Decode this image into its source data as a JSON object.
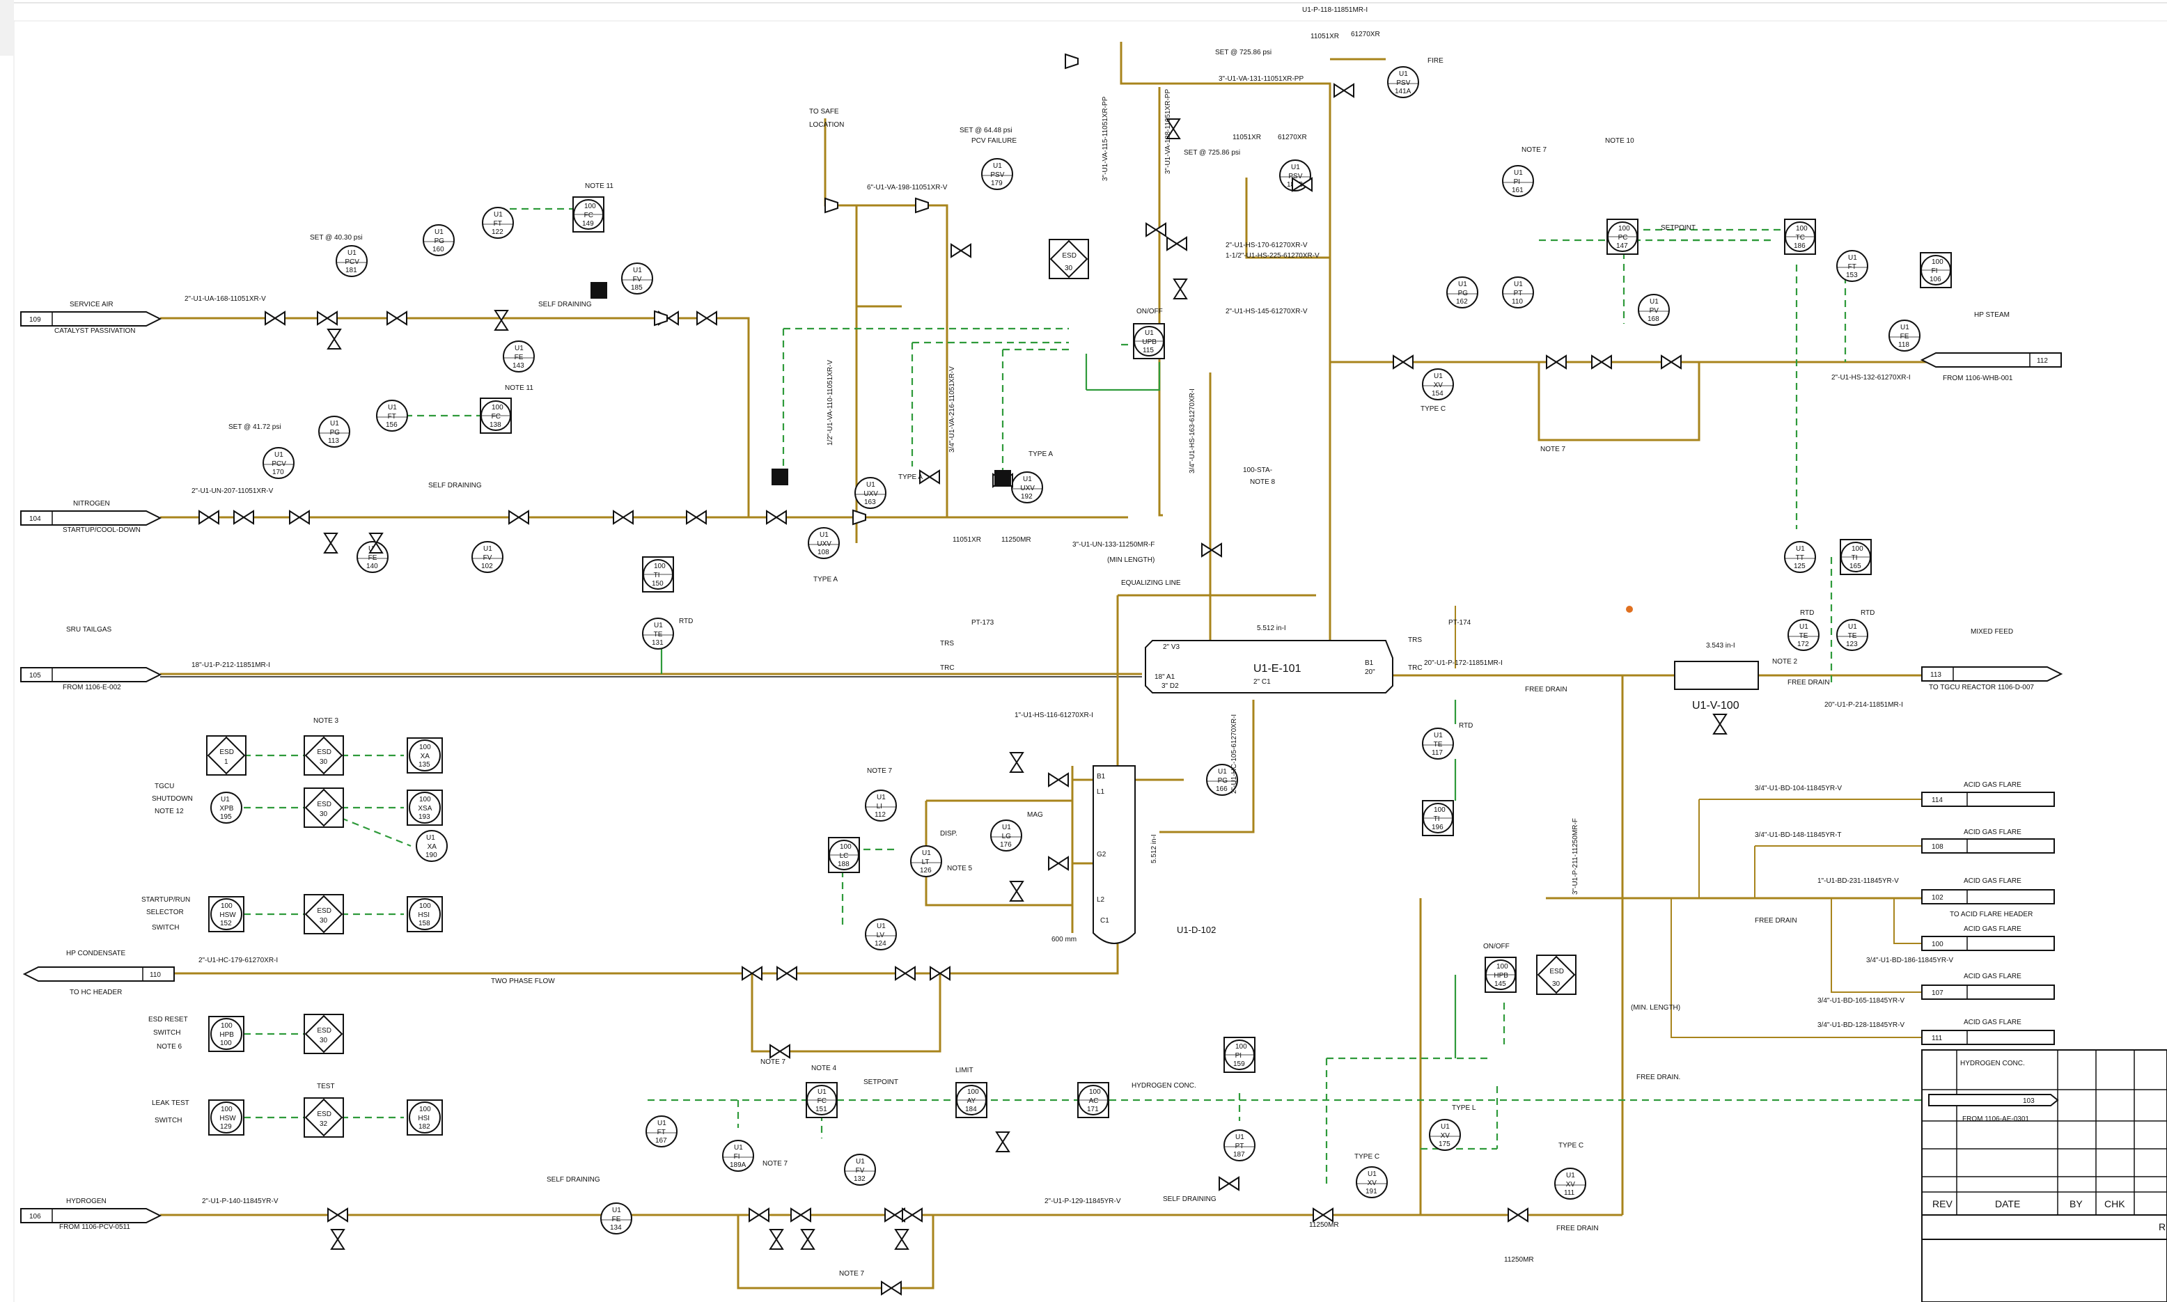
{
  "header": {
    "top_line": "U1-P-118-11851MR-I"
  },
  "equipment": {
    "exchanger": "U1-E-101",
    "drum": "U1-D-102",
    "vessel": "U1-V-100",
    "exchanger_size": "5.512 in-I",
    "vessel_size": "3.543 in-I",
    "drum_size": "5.512 in-I",
    "drum_height": "600 mm"
  },
  "offpage": [
    {
      "id": "109",
      "label": "SERVICE AIR",
      "sub": "CATALYST PASSIVATION"
    },
    {
      "id": "104",
      "label": "NITROGEN",
      "sub": "STARTUP/COOL-DOWN"
    },
    {
      "id": "105",
      "label": "SRU TAILGAS",
      "sub": "FROM 1106-E-002"
    },
    {
      "id": "110",
      "label": "HP CONDENSATE",
      "sub": "TO HC HEADER"
    },
    {
      "id": "106",
      "label": "HYDROGEN",
      "sub": "FROM 1106-PCV-0511"
    },
    {
      "id": "112",
      "label": "HP STEAM",
      "sub": "FROM 1106-WHB-001"
    },
    {
      "id": "113",
      "label": "MIXED FEED",
      "sub": "TO TGCU REACTOR 1106-D-007"
    },
    {
      "id": "114",
      "label": "ACID GAS FLARE",
      "sub": ""
    },
    {
      "id": "108",
      "label": "ACID GAS FLARE",
      "sub": ""
    },
    {
      "id": "102",
      "label": "ACID GAS FLARE",
      "sub": "TO ACID FLARE HEADER"
    },
    {
      "id": "100",
      "label": "ACID GAS FLARE",
      "sub": ""
    },
    {
      "id": "107",
      "label": "ACID GAS FLARE",
      "sub": ""
    },
    {
      "id": "111",
      "label": "ACID GAS FLARE",
      "sub": ""
    }
  ],
  "lines": [
    "2\"-U1-UA-168-11051XR-V",
    "2\"-U1-UN-207-11051XR-V",
    "18\"-U1-P-212-11851MR-I",
    "2\"-U1-HC-179-61270XR-I",
    "2\"-U1-P-140-11845YR-V",
    "2\"-U1-P-129-11845YR-V",
    "6\"-U1-VA-198-11051XR-V",
    "3\"-U1-VA-131-11051XR-PP",
    "2\"-U1-HS-145-61270XR-V",
    "2\"-U1-HS-170-61270XR-V",
    "1-1/2\"-U1-HS-225-61270XR-V",
    "3\"-U1-UN-133-11250MR-F",
    "1\"-U1-HS-116-61270XR-I",
    "20\"-U1-P-172-11851MR-I",
    "20\"-U1-P-214-11851MR-I",
    "2\"-U1-HS-132-61270XR-I",
    "3/4\"-U1-BD-104-11845YR-V",
    "3/4\"-U1-BD-148-11845YR-T",
    "1\"-U1-BD-231-11845YR-V",
    "3/4\"-U1-BD-186-11845YR-V",
    "3/4\"-U1-BD-165-11845YR-V",
    "3/4\"-U1-BD-128-11845YR-V",
    "3\"-U1-P-211-11250MR-F",
    "2\"-U1-HC-105-61270XR-I",
    "3/4\"-U1-HS-163-61270XR-I",
    "1/2\"-U1-VA-110-11051XR-V",
    "3/4\"-U1-VA-216-11051XR-V",
    "3\"-U1-VA-115-11051XR-PP",
    "3\"-U1-VA-188-11051XR-PP"
  ],
  "instruments": [
    {
      "tag": "PCV",
      "num": "181",
      "pre": "U1"
    },
    {
      "tag": "PG",
      "num": "160",
      "pre": "U1"
    },
    {
      "tag": "FT",
      "num": "122",
      "pre": "U1"
    },
    {
      "tag": "FC",
      "num": "149",
      "pre": "100"
    },
    {
      "tag": "FV",
      "num": "185",
      "pre": "U1"
    },
    {
      "tag": "FE",
      "num": "143",
      "pre": "U1"
    },
    {
      "tag": "PCV",
      "num": "170",
      "pre": "U1"
    },
    {
      "tag": "PG",
      "num": "113",
      "pre": "U1"
    },
    {
      "tag": "FT",
      "num": "156",
      "pre": "U1"
    },
    {
      "tag": "FC",
      "num": "138",
      "pre": "100"
    },
    {
      "tag": "FE",
      "num": "140",
      "pre": "U1"
    },
    {
      "tag": "FV",
      "num": "102",
      "pre": "U1"
    },
    {
      "tag": "TI",
      "num": "150",
      "pre": "100"
    },
    {
      "tag": "TE",
      "num": "131",
      "pre": "U1"
    },
    {
      "tag": "PSV",
      "num": "179",
      "pre": "U1"
    },
    {
      "tag": "UXV",
      "num": "163",
      "pre": "U1"
    },
    {
      "tag": "UXV",
      "num": "108",
      "pre": "U1"
    },
    {
      "tag": "UXV",
      "num": "192",
      "pre": "U1"
    },
    {
      "tag": "ESD",
      "num": "30",
      "pre": ""
    },
    {
      "tag": "UPB",
      "num": "115",
      "pre": "U1"
    },
    {
      "tag": "PSV",
      "num": "141A",
      "pre": "U1"
    },
    {
      "tag": "PSV",
      "num": "183B",
      "pre": "U1"
    },
    {
      "tag": "PG",
      "num": "162",
      "pre": "U1"
    },
    {
      "tag": "PI",
      "num": "161",
      "pre": "U1"
    },
    {
      "tag": "PT",
      "num": "110",
      "pre": "U1"
    },
    {
      "tag": "PC",
      "num": "147",
      "pre": "100"
    },
    {
      "tag": "PV",
      "num": "168",
      "pre": "U1"
    },
    {
      "tag": "XV",
      "num": "154",
      "pre": "U1"
    },
    {
      "tag": "TC",
      "num": "186",
      "pre": "100"
    },
    {
      "tag": "FT",
      "num": "153",
      "pre": "U1"
    },
    {
      "tag": "FI",
      "num": "106",
      "pre": "100"
    },
    {
      "tag": "FE",
      "num": "118",
      "pre": "U1"
    },
    {
      "tag": "TT",
      "num": "125",
      "pre": "U1"
    },
    {
      "tag": "TI",
      "num": "165",
      "pre": "100"
    },
    {
      "tag": "TE",
      "num": "172",
      "pre": "U1"
    },
    {
      "tag": "TE",
      "num": "123",
      "pre": "U1"
    },
    {
      "tag": "TE",
      "num": "117",
      "pre": "U1"
    },
    {
      "tag": "TI",
      "num": "196",
      "pre": "100"
    },
    {
      "tag": "PG",
      "num": "166",
      "pre": "U1"
    },
    {
      "tag": "LI",
      "num": "112",
      "pre": "U1"
    },
    {
      "tag": "LC",
      "num": "188",
      "pre": "100"
    },
    {
      "tag": "LT",
      "num": "126",
      "pre": "U1"
    },
    {
      "tag": "LG",
      "num": "176",
      "pre": "U1"
    },
    {
      "tag": "LV",
      "num": "124",
      "pre": "U1"
    },
    {
      "tag": "FT",
      "num": "167",
      "pre": "U1"
    },
    {
      "tag": "FC",
      "num": "151",
      "pre": "U1"
    },
    {
      "tag": "FI",
      "num": "189A",
      "pre": "U1"
    },
    {
      "tag": "FV",
      "num": "132",
      "pre": "U1"
    },
    {
      "tag": "FE",
      "num": "134",
      "pre": "U1"
    },
    {
      "tag": "AY",
      "num": "184",
      "pre": "100"
    },
    {
      "tag": "AC",
      "num": "171",
      "pre": "100"
    },
    {
      "tag": "PI",
      "num": "159",
      "pre": "100"
    },
    {
      "tag": "PT",
      "num": "187",
      "pre": "U1"
    },
    {
      "tag": "XV",
      "num": "191",
      "pre": "U1"
    },
    {
      "tag": "XV",
      "num": "175",
      "pre": "U1"
    },
    {
      "tag": "XV",
      "num": "111",
      "pre": "U1"
    },
    {
      "tag": "HPB",
      "num": "145",
      "pre": "100"
    },
    {
      "tag": "ESD",
      "num": "30",
      "pre": ""
    }
  ],
  "esd_logic": [
    {
      "tag": "ESD",
      "num": "1"
    },
    {
      "tag": "ESD",
      "num": "30"
    },
    {
      "tag": "XA",
      "num": "135",
      "pre": "100"
    },
    {
      "tag": "XPB",
      "num": "195",
      "pre": "U1"
    },
    {
      "tag": "ESD",
      "num": "30"
    },
    {
      "tag": "XSA",
      "num": "193",
      "pre": "100"
    },
    {
      "tag": "XA",
      "num": "190",
      "pre": "U1"
    },
    {
      "tag": "HSW",
      "num": "152",
      "pre": "100"
    },
    {
      "tag": "ESD",
      "num": "30"
    },
    {
      "tag": "HSI",
      "num": "158",
      "pre": "100"
    },
    {
      "tag": "HPB",
      "num": "100",
      "pre": "100"
    },
    {
      "tag": "ESD",
      "num": "30"
    },
    {
      "tag": "HSW",
      "num": "129",
      "pre": "100"
    },
    {
      "tag": "ESD",
      "num": "32"
    },
    {
      "tag": "HSI",
      "num": "182",
      "pre": "100"
    }
  ],
  "notes": {
    "n11a": "NOTE 11",
    "n11b": "NOTE 11",
    "n3": "NOTE 3",
    "n7a": "NOTE 7",
    "n10": "NOTE 10",
    "n7b": "NOTE 7",
    "n7c": "NOTE 7",
    "n5": "NOTE 5",
    "n4": "NOTE 4",
    "n7d": "NOTE 7",
    "n2": "NOTE 2",
    "n7e": "NOTE 7",
    "n7f": "NOTE 7",
    "n6": "NOTE 6",
    "n12": "NOTE 12",
    "n8": "NOTE 8"
  },
  "labels": {
    "set1": "SET @ 40.30 psi",
    "set2": "SET @ 41.72 psi",
    "set3": "SET @ 64.48 psi",
    "set4": "SET @ 725.86 psi",
    "set5": "SET @ 725.86 psi",
    "pcv_failure": "PCV FAILURE",
    "to_safe": "TO SAFE",
    "location": "LOCATION",
    "fire": "FIRE",
    "self_draining1": "SELF DRAINING",
    "self_draining2": "SELF DRAINING",
    "self_draining3": "SELF DRAINING",
    "self_draining4": "SELF DRAINING",
    "equalizing": "EQUALIZING LINE",
    "min_length": "(MIN LENGTH)",
    "min_length2": "(MIN. LENGTH)",
    "two_phase": "TWO PHASE FLOW",
    "free_drain1": "FREE DRAIN",
    "free_drain2": "FREE DRAIN",
    "free_drain3": "FREE DRAIN",
    "free_drain4": "FREE DRAIN",
    "free_drain5": "FREE DRAIN.",
    "setpoint1": "SETPOINT",
    "setpoint2": "SETPOINT",
    "limit": "LIMIT",
    "h2conc": "HYDROGEN CONC.",
    "onoff1": "ON/OFF",
    "onoff2": "ON/OFF",
    "typeA1": "TYPE A",
    "typeA2": "TYPE A",
    "typeA3": "TYPE A",
    "typeC1": "TYPE C",
    "typeC2": "TYPE C",
    "typeC3": "TYPE C",
    "typeL": "TYPE L",
    "tgcu": "TGCU",
    "shutdown": "SHUTDOWN",
    "startup_run": "STARTUP/RUN",
    "selector": "SELECTOR",
    "switch1": "SWITCH",
    "esd_reset": "ESD RESET",
    "switch2": "SWITCH",
    "leak_test": "LEAK TEST",
    "switch3": "SWITCH",
    "test": "TEST",
    "disp": "DISP.",
    "mag": "MAG",
    "rtd1": "RTD",
    "rtd2": "RTD",
    "rtd3": "RTD",
    "rtd4": "RTD",
    "pt173": "PT-173",
    "pt174": "PT-174",
    "sta": "100-STA-",
    "trs1": "TRS",
    "trc1": "TRC",
    "trs2": "TRS",
    "trc2": "TRC",
    "r11051xr": "11051XR",
    "r61270xr": "61270XR",
    "r11250mr": "11250MR",
    "r11051xr2": "11051XR",
    "r61270xr2": "61270XR",
    "b11051xr": "11051XR",
    "b11250mr": "11250MR",
    "b11250mr2": "11250MR"
  },
  "title_block": {
    "h2conc": "HYDROGEN CONC.",
    "ref": "103",
    "from": "FROM 1106-AE-0301",
    "rev": "REV",
    "date": "DATE",
    "by": "BY",
    "chk": "CHK",
    "r": "R"
  },
  "colors": {
    "process": "#a8841c",
    "signal": "#2e9a3a",
    "symbol": "#111111",
    "marker": "#e07020"
  }
}
